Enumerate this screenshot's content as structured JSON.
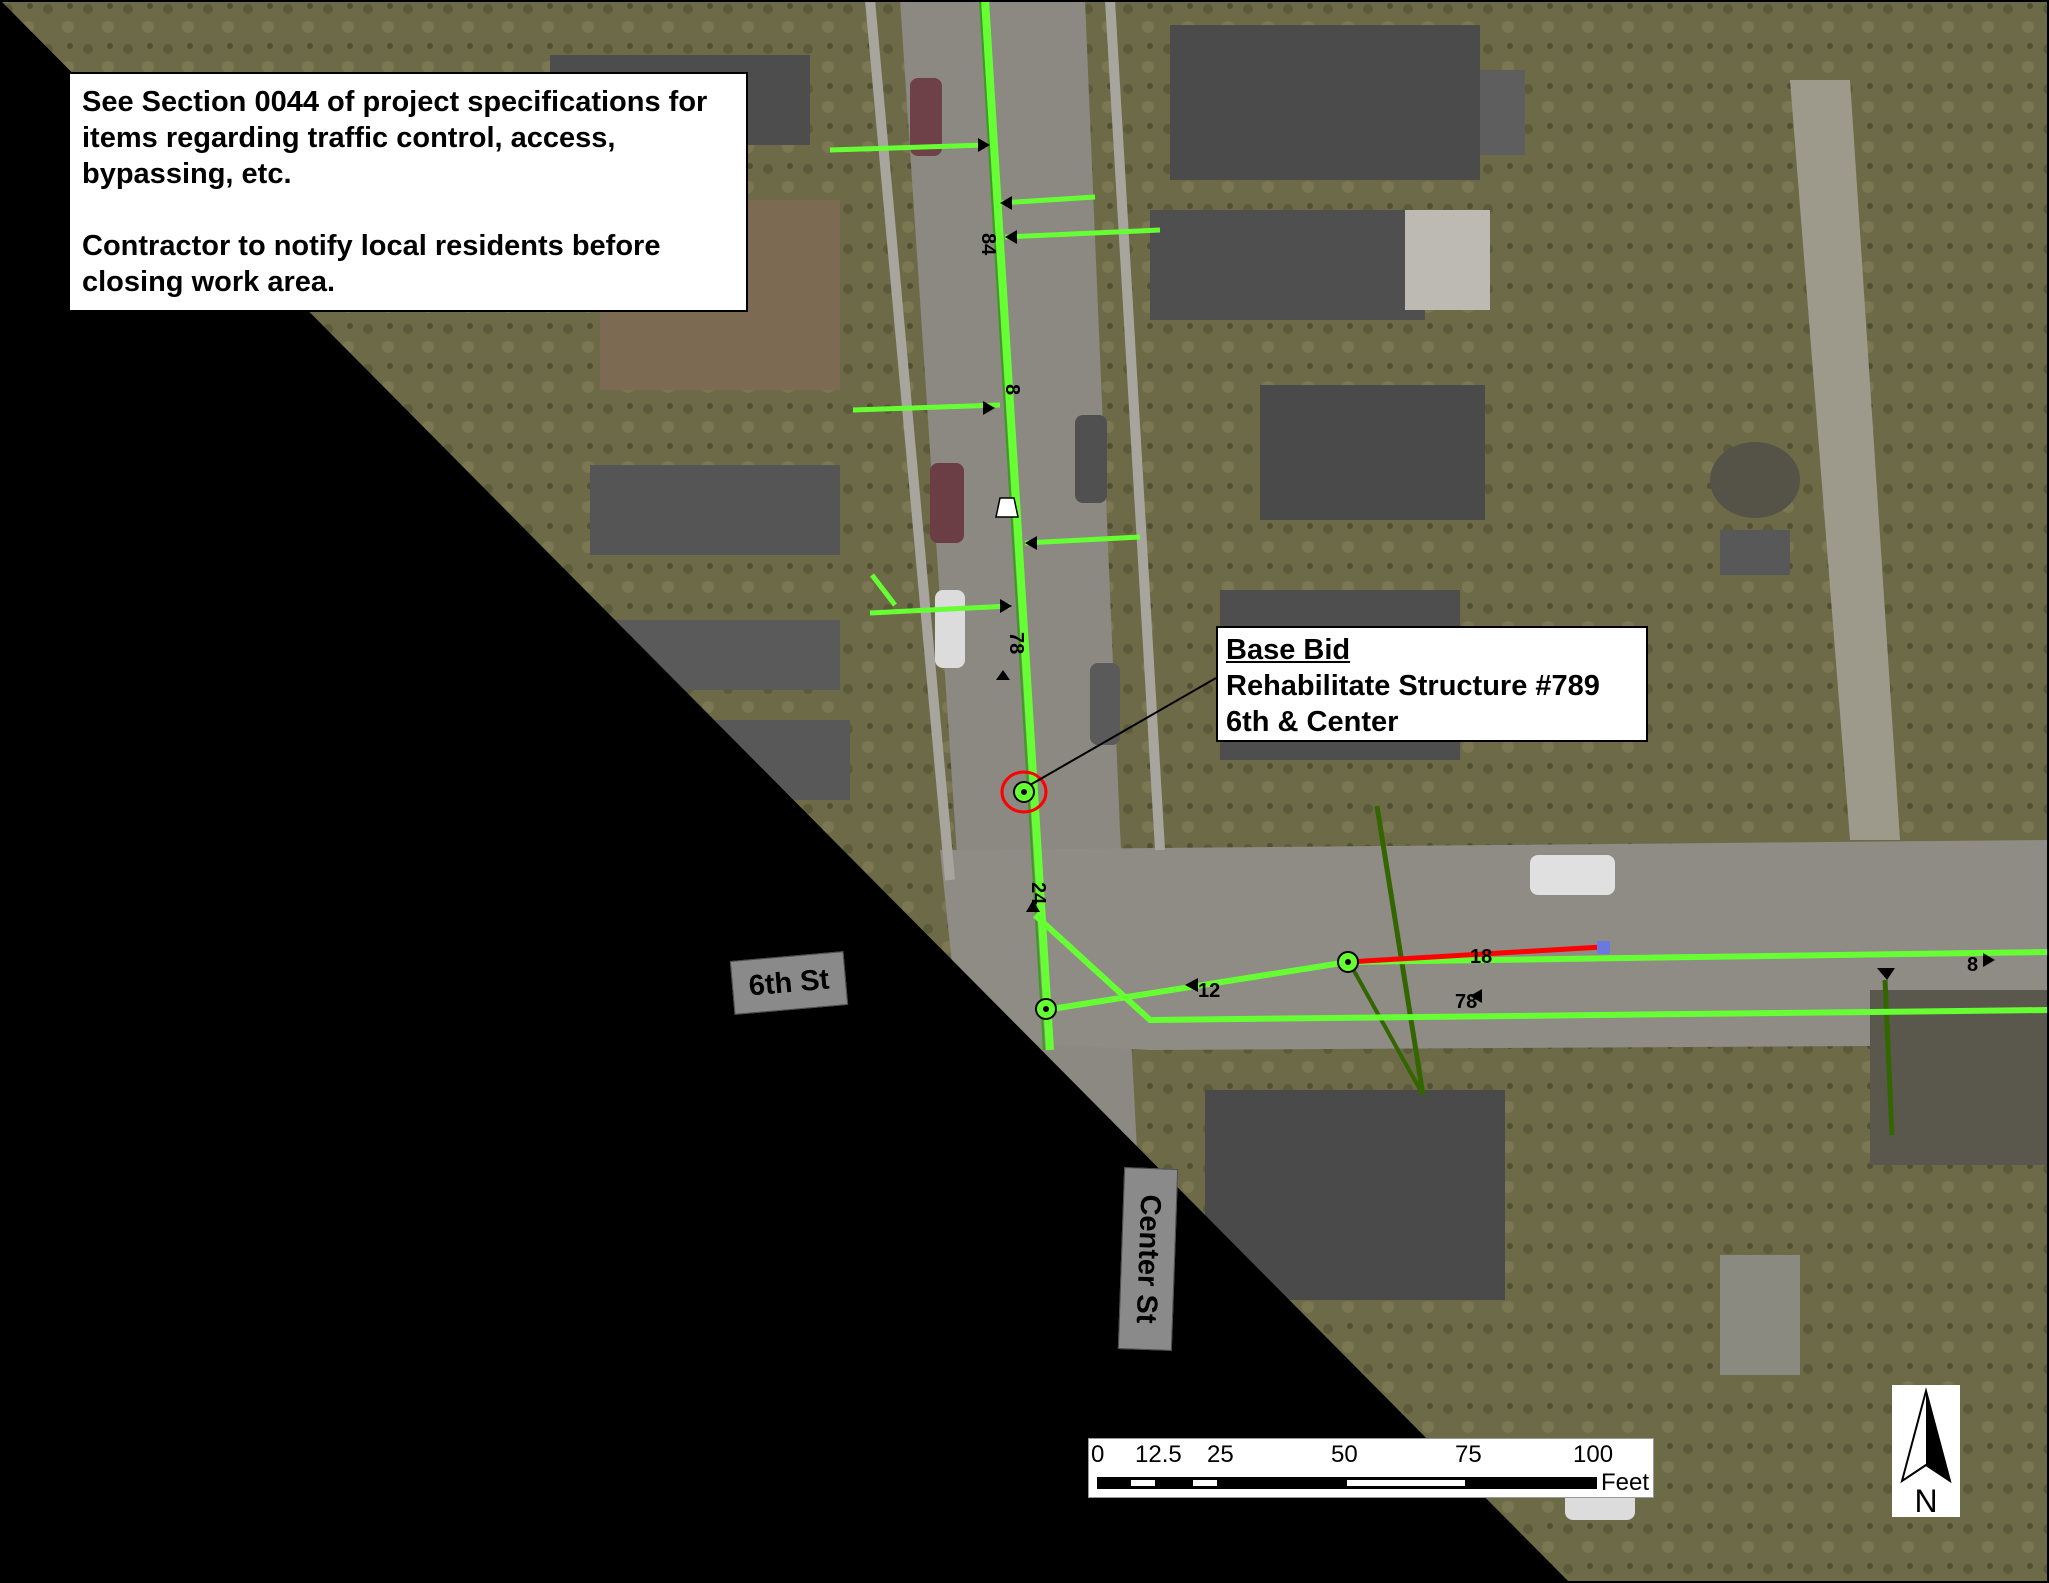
{
  "notes": {
    "line1": "See Section 0044 of project specifications for items regarding traffic control, access, bypassing, etc.",
    "line2": "Contractor to notify local residents before closing work area."
  },
  "callout": {
    "heading": "Base Bid",
    "line1": "Rehabilitate Structure #789",
    "line2": "6th & Center"
  },
  "streets": {
    "sixth": "6th St",
    "center": "Center St"
  },
  "pipe_labels": {
    "l84": "84",
    "l8a": "8",
    "l78a": "78",
    "l24": "24",
    "l12": "12",
    "l18": "18",
    "l78b": "78",
    "l8b": "8"
  },
  "scale": {
    "t0": "0",
    "t125": "12.5",
    "t25": "25",
    "t50": "50",
    "t75": "75",
    "t100": "100",
    "unit": "Feet"
  },
  "north": {
    "label": "N"
  },
  "colors": {
    "sewer_main": "#66ff33",
    "service_line": "#336600",
    "rehab_segment": "#ff0000",
    "structure_ring": "#ff0000",
    "blackout": "#000000"
  }
}
